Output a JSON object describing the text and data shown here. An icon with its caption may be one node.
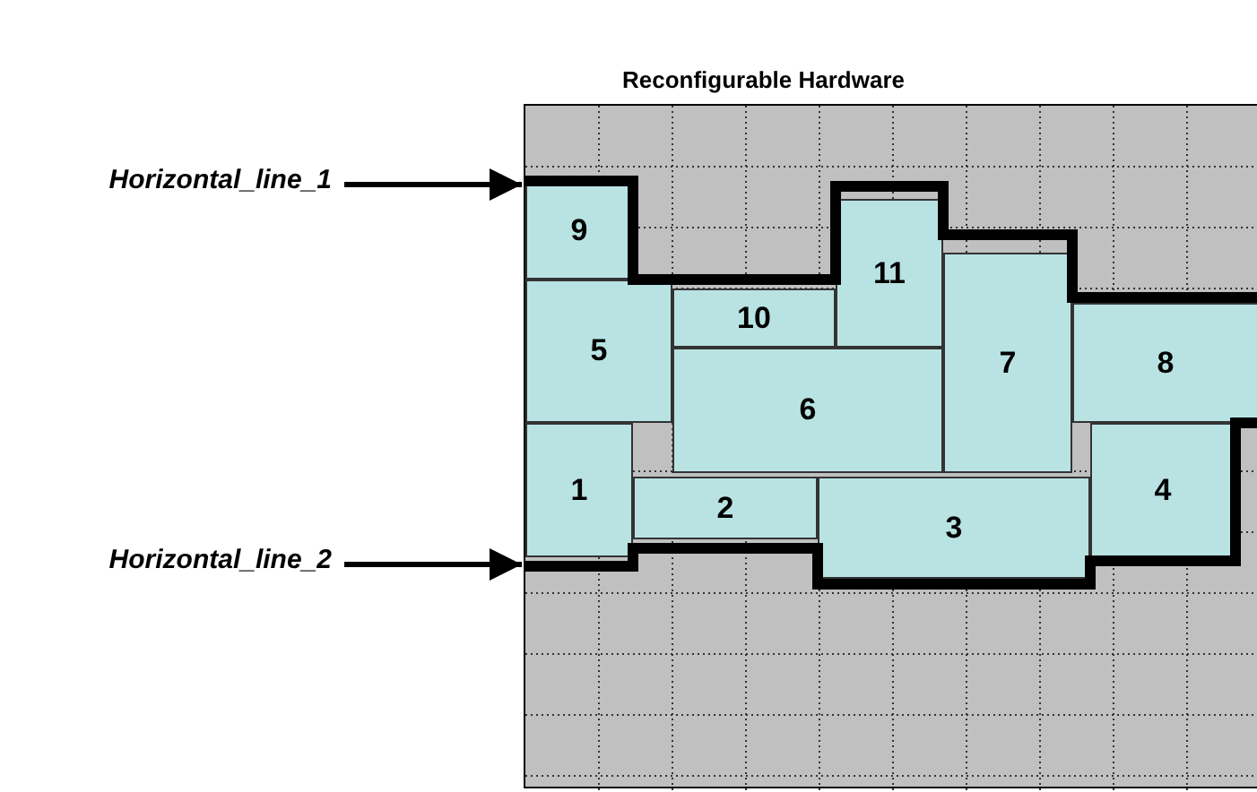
{
  "diagram": {
    "nodes": [
      {
        "text": [
          "Reconfigurable Hardware"
        ]
      },
      {
        "text": [
          "9"
        ],
        "in": 0
      },
      {
        "text": [
          "5"
        ],
        "in": 0
      },
      {
        "text": [
          "10"
        ],
        "in": 0
      },
      {
        "text": [
          "11"
        ],
        "in": 0
      },
      {
        "text": [
          "6"
        ],
        "in": 0
      },
      {
        "text": [
          "7"
        ],
        "in": 0
      },
      {
        "text": [
          "8"
        ],
        "in": 0
      },
      {
        "text": [
          "1"
        ],
        "in": 0
      },
      {
        "text": [
          "2"
        ],
        "in": 0
      },
      {
        "text": [
          "3"
        ],
        "in": 0
      },
      {
        "text": [
          "4"
        ],
        "in": 0
      },
      {
        "text": [
          "Horizontal_line_1"
        ]
      },
      {
        "text": [
          "Horizontal_line_2"
        ]
      }
    ],
    "edges": [
      {
        "from": 12,
        "to": 0,
        "arrow": "to"
      },
      {
        "from": 13,
        "to": 0,
        "arrow": "to"
      }
    ]
  }
}
